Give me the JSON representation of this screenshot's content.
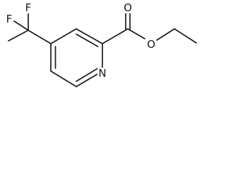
{
  "molecule": {
    "atom_labels": {
      "fluorine_top": "F",
      "fluorine_left": "F",
      "carbonyl_oxygen": "O",
      "ester_oxygen": "O",
      "ring_nitrogen": "N"
    },
    "colors": {
      "bond": "#1a1a1a",
      "background": "#ffffff"
    }
  }
}
